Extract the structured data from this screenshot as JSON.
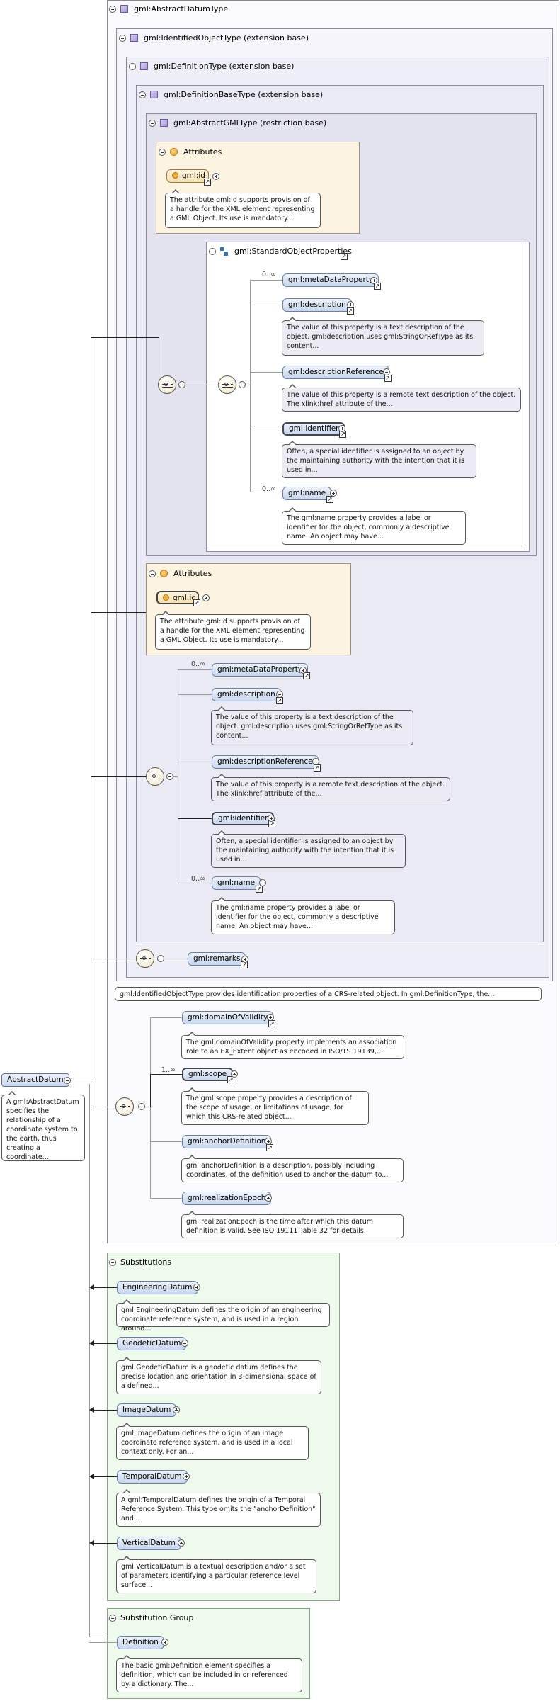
{
  "root": {
    "label": "AbstractDatum",
    "doc": "A gml:AbstractDatum specifies the relationship of a coordinate system to the earth, thus creating a coordinate..."
  },
  "types": {
    "abstract_datum_type": "gml:AbstractDatumType",
    "identified_object_type": "gml:IdentifiedObjectType (extension base)",
    "definition_type": "gml:DefinitionType (extension base)",
    "definition_base_type": "gml:DefinitionBaseType (extension base)",
    "abstract_gml_type": "gml:AbstractGMLType (restriction base)"
  },
  "attributes_1": {
    "title": "Attributes",
    "attr": "gml:id",
    "doc": "The attribute gml:id supports provision of a handle for the XML element representing a GML Object. Its use is mandatory..."
  },
  "standard_props": {
    "title": "gml:StandardObjectProperties",
    "items": [
      {
        "label": "gml:metaDataProperty",
        "card": "0..∞",
        "doc": ""
      },
      {
        "label": "gml:description",
        "card": "",
        "doc": "The value of this property is a text description of the object. gml:description uses gml:StringOrRefType as its content..."
      },
      {
        "label": "gml:descriptionReference",
        "card": "",
        "doc": "The value of this property is a remote text description of the object. The xlink:href attribute of the..."
      },
      {
        "label": "gml:identifier",
        "card": "",
        "doc": "Often, a special identifier is assigned to an object by the maintaining authority with the intention that it is used in..."
      },
      {
        "label": "gml:name",
        "card": "0..∞",
        "doc": "The gml:name property provides a label or identifier for the object, commonly a descriptive name. An object may have..."
      }
    ]
  },
  "attributes_2": {
    "title": "Attributes",
    "attr": "gml:id",
    "doc": "The attribute gml:id supports provision of a handle for the XML element representing a GML Object. Its use is mandatory..."
  },
  "identified_props": {
    "items": [
      {
        "label": "gml:metaDataProperty",
        "card": "0..∞",
        "doc": ""
      },
      {
        "label": "gml:description",
        "card": "",
        "doc": "The value of this property is a text description of the object. gml:description uses gml:StringOrRefType as its content..."
      },
      {
        "label": "gml:descriptionReference",
        "card": "",
        "doc": "The value of this property is a remote text description of the object. The xlink:href attribute of the..."
      },
      {
        "label": "gml:identifier",
        "card": "",
        "doc": "Often, a special identifier is assigned to an object by the maintaining authority with the intention that it is used in..."
      },
      {
        "label": "gml:name",
        "card": "0..∞",
        "doc": "The gml:name property provides a label or identifier for the object, commonly a descriptive name. An object may have..."
      }
    ]
  },
  "remarks": {
    "label": "gml:remarks"
  },
  "identified_doc": "gml:IdentifiedObjectType provides identification properties of a CRS-related object. In gml:DefinitionType, the...",
  "datum_props": {
    "items": [
      {
        "label": "gml:domainOfValidity",
        "card": "",
        "doc": "The gml:domainOfValidity property implements an association role to an EX_Extent object as encoded in ISO/TS 19139,..."
      },
      {
        "label": "gml:scope",
        "card": "1..∞",
        "doc": "The gml:scope property provides a description of the scope of usage, or limitations of usage, for which this CRS-related object..."
      },
      {
        "label": "gml:anchorDefinition",
        "card": "",
        "doc": "gml:anchorDefinition is a description, possibly including coordinates, of the definition used to anchor the datum to..."
      },
      {
        "label": "gml:realizationEpoch",
        "card": "",
        "doc": "gml:realizationEpoch is the time after which this datum definition is valid. See ISO 19111 Table 32 for details."
      }
    ]
  },
  "substitutions": {
    "title": "Substitutions",
    "items": [
      {
        "label": "EngineeringDatum",
        "doc": "gml:EngineeringDatum defines the origin of an engineering coordinate reference system, and is used in a region around..."
      },
      {
        "label": "GeodeticDatum",
        "doc": "gml:GeodeticDatum is a geodetic datum defines the precise location and orientation in 3-dimensional space of a defined..."
      },
      {
        "label": "ImageDatum",
        "doc": "gml:ImageDatum defines the origin of an image coordinate reference system, and is used in a local context only. For an..."
      },
      {
        "label": "TemporalDatum",
        "doc": "A gml:TemporalDatum defines the origin of a Temporal Reference System. This type omits the \"anchorDefinition\" and..."
      },
      {
        "label": "VerticalDatum",
        "doc": "gml:VerticalDatum is a textual description and/or a set of parameters identifying a particular reference level surface..."
      }
    ]
  },
  "substitution_group": {
    "title": "Substitution Group",
    "item": {
      "label": "Definition",
      "doc": "The basic gml:Definition element specifies a definition, which can be included in or referenced by a dictionary. The..."
    }
  }
}
